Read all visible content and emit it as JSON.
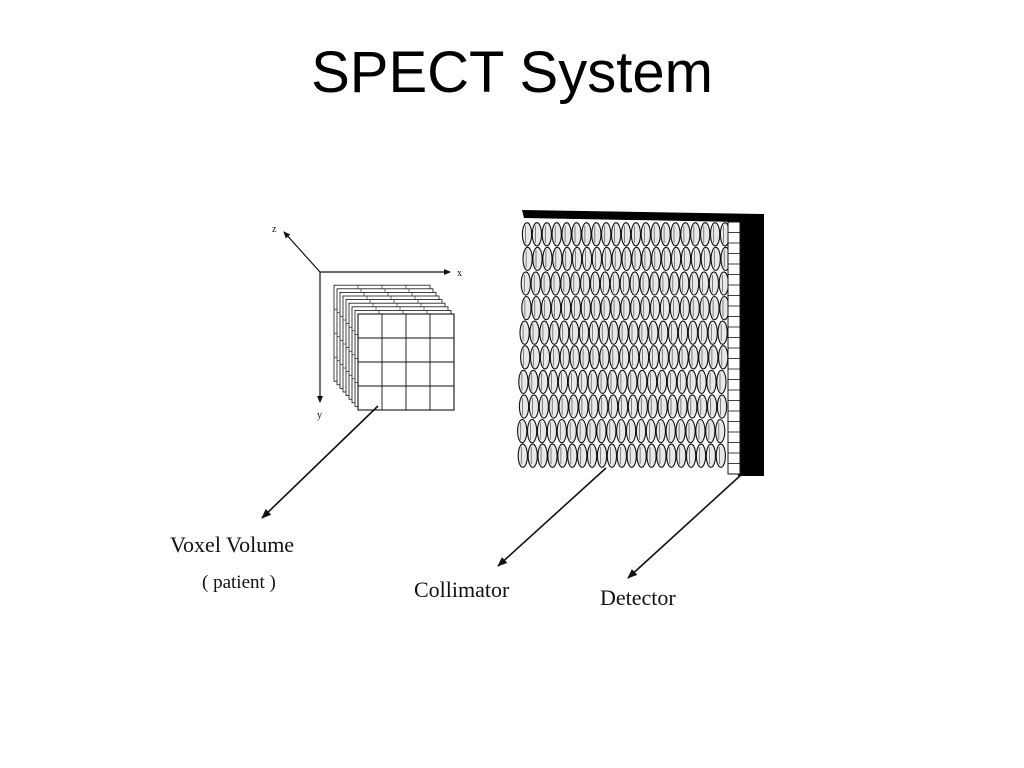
{
  "slide": {
    "title": "SPECT System"
  },
  "diagram": {
    "axes": {
      "x": "x",
      "y": "y",
      "z": "z"
    },
    "labels": {
      "voxel_volume": "Voxel Volume",
      "patient": "( patient )",
      "collimator": "Collimator",
      "detector": "Detector"
    },
    "colors": {
      "ink": "#111111",
      "collimator_fill": "#e8e8e8",
      "detector_fill": "#000000"
    }
  }
}
